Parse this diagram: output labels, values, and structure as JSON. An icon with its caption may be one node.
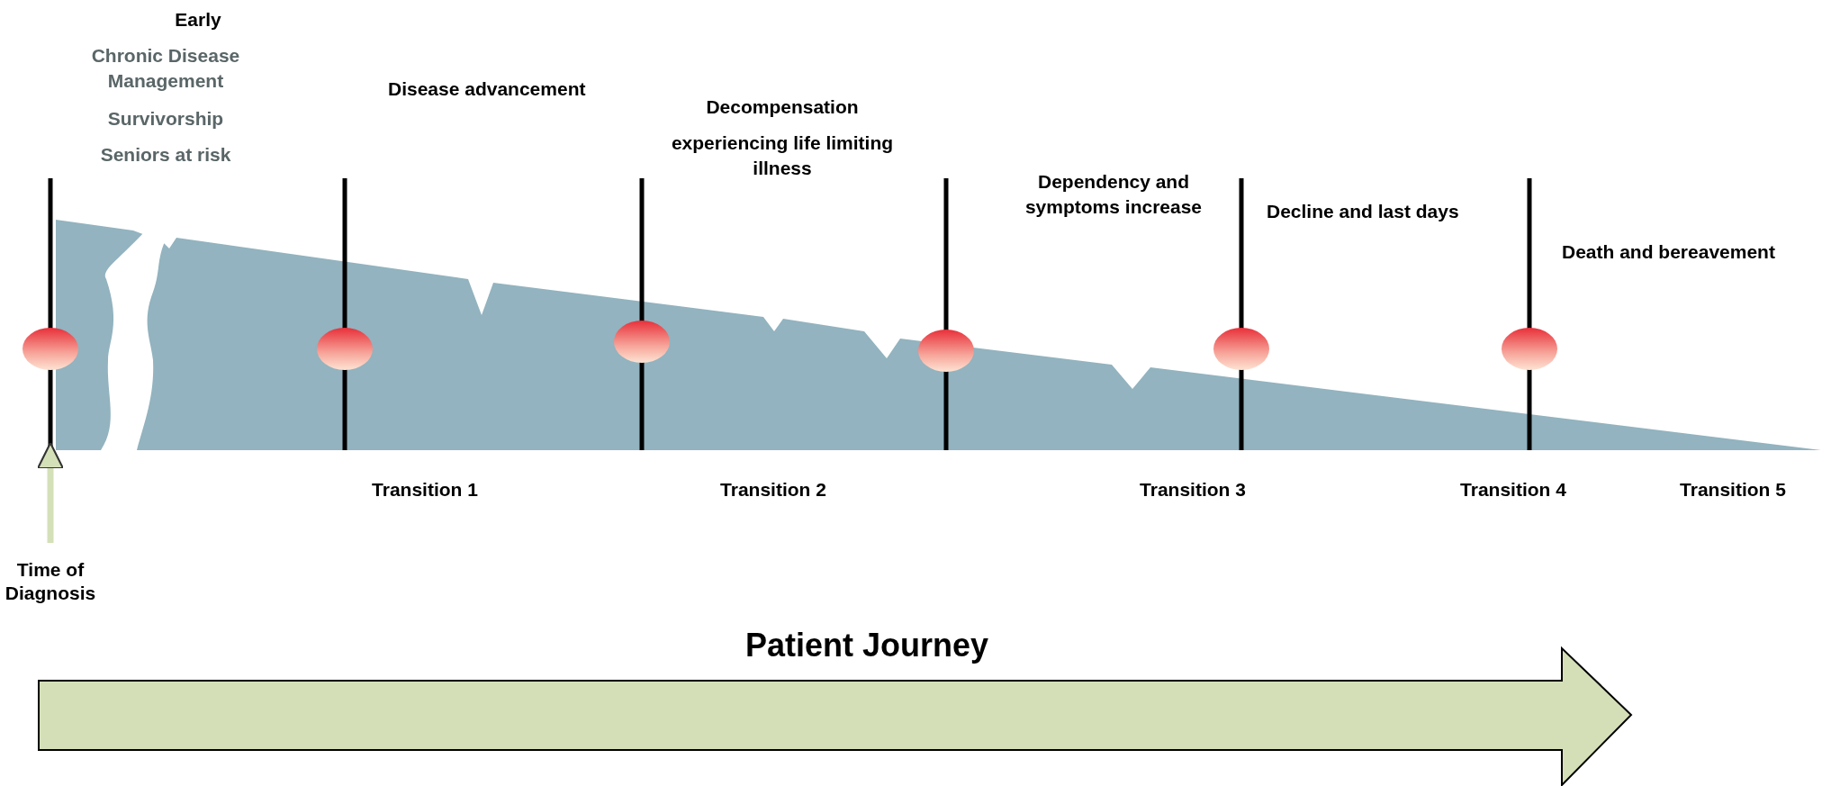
{
  "diagram": {
    "nodes": [
      {
        "text": [],
        "shape": "circle"
      },
      {
        "text": [],
        "shape": "circle"
      },
      {
        "text": [],
        "shape": "circle"
      },
      {
        "text": [],
        "shape": "circle"
      },
      {
        "text": [],
        "shape": "circle"
      },
      {
        "text": [],
        "shape": "circle"
      },
      {
        "text": [
          "Time of Diagnosis"
        ]
      }
    ],
    "edges": [
      {
        "from": 6,
        "to": 0,
        "arrow": "to"
      }
    ],
    "labels": [
      "Early",
      "Chronic Disease Management",
      "Survivorship",
      "Seniors at risk",
      "Disease advancement",
      "Decompensation",
      "experiencing life limiting illness",
      "Dependency and symptoms increase",
      "Decline and last days",
      "Death and bereavement",
      "Transition 1",
      "Transition 2",
      "Transition 3",
      "Transition 4",
      "Transition 5",
      "Patient Journey"
    ]
  }
}
